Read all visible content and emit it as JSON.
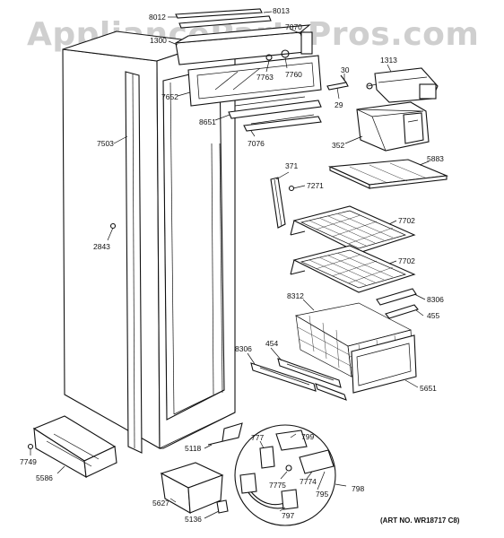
{
  "watermark": "AppliancePartsPros.com",
  "art_number": "(ART NO. WR18717 C8)",
  "callouts": {
    "c8012": "8012",
    "c8013": "8013",
    "c7070": "7070",
    "c1300": "1300",
    "c7763": "7763",
    "c7760": "7760",
    "c7652": "7652",
    "c8651": "8651",
    "c7076": "7076",
    "c7503": "7503",
    "c2843": "2843",
    "c30": "30",
    "c1313": "1313",
    "c29": "29",
    "c352": "352",
    "c5883": "5883",
    "c371": "371",
    "c7271": "7271",
    "c7702a": "7702",
    "c7702b": "7702",
    "c8312": "8312",
    "c8306a": "8306",
    "c455": "455",
    "c8306b": "8306",
    "c454": "454",
    "c5651": "5651",
    "c5118": "5118",
    "c777": "777",
    "c799": "799",
    "c7749": "7749",
    "c5586": "5586",
    "c7775": "7775",
    "c7774": "7774",
    "c795": "795",
    "c798": "798",
    "c5627": "5627",
    "c797": "797",
    "c5136": "5136"
  }
}
